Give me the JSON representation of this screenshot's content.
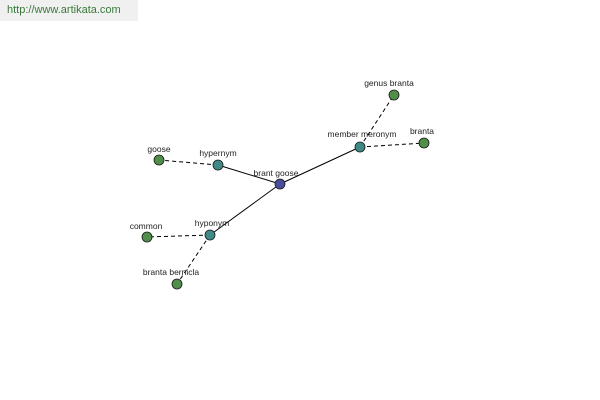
{
  "header": {
    "url": "http://www.artikata.com"
  },
  "graph": {
    "colors": {
      "center": "#4a4e9a",
      "relation": "#3f8a86",
      "leaf": "#4f8f4a"
    },
    "nodes": [
      {
        "id": "brant-goose",
        "label": "brant goose",
        "kind": "center"
      },
      {
        "id": "hypernym",
        "label": "hypernym",
        "kind": "relation"
      },
      {
        "id": "member-meronym",
        "label": "member meronym",
        "kind": "relation"
      },
      {
        "id": "hyponym",
        "label": "hyponym",
        "kind": "relation"
      },
      {
        "id": "goose",
        "label": "goose",
        "kind": "leaf"
      },
      {
        "id": "genus-branta",
        "label": "genus branta",
        "kind": "leaf"
      },
      {
        "id": "branta",
        "label": "branta",
        "kind": "leaf"
      },
      {
        "id": "common",
        "label": "common",
        "kind": "leaf"
      },
      {
        "id": "branta-bernicla",
        "label": "branta bernicla",
        "kind": "leaf"
      }
    ],
    "edges": [
      {
        "from": "brant-goose",
        "to": "hypernym",
        "style": "solid"
      },
      {
        "from": "brant-goose",
        "to": "member-meronym",
        "style": "solid"
      },
      {
        "from": "brant-goose",
        "to": "hyponym",
        "style": "solid"
      },
      {
        "from": "hypernym",
        "to": "goose",
        "style": "dashed"
      },
      {
        "from": "member-meronym",
        "to": "genus-branta",
        "style": "dashed"
      },
      {
        "from": "member-meronym",
        "to": "branta",
        "style": "dashed"
      },
      {
        "from": "hyponym",
        "to": "common",
        "style": "dashed"
      },
      {
        "from": "hyponym",
        "to": "branta-bernicla",
        "style": "dashed"
      }
    ]
  }
}
